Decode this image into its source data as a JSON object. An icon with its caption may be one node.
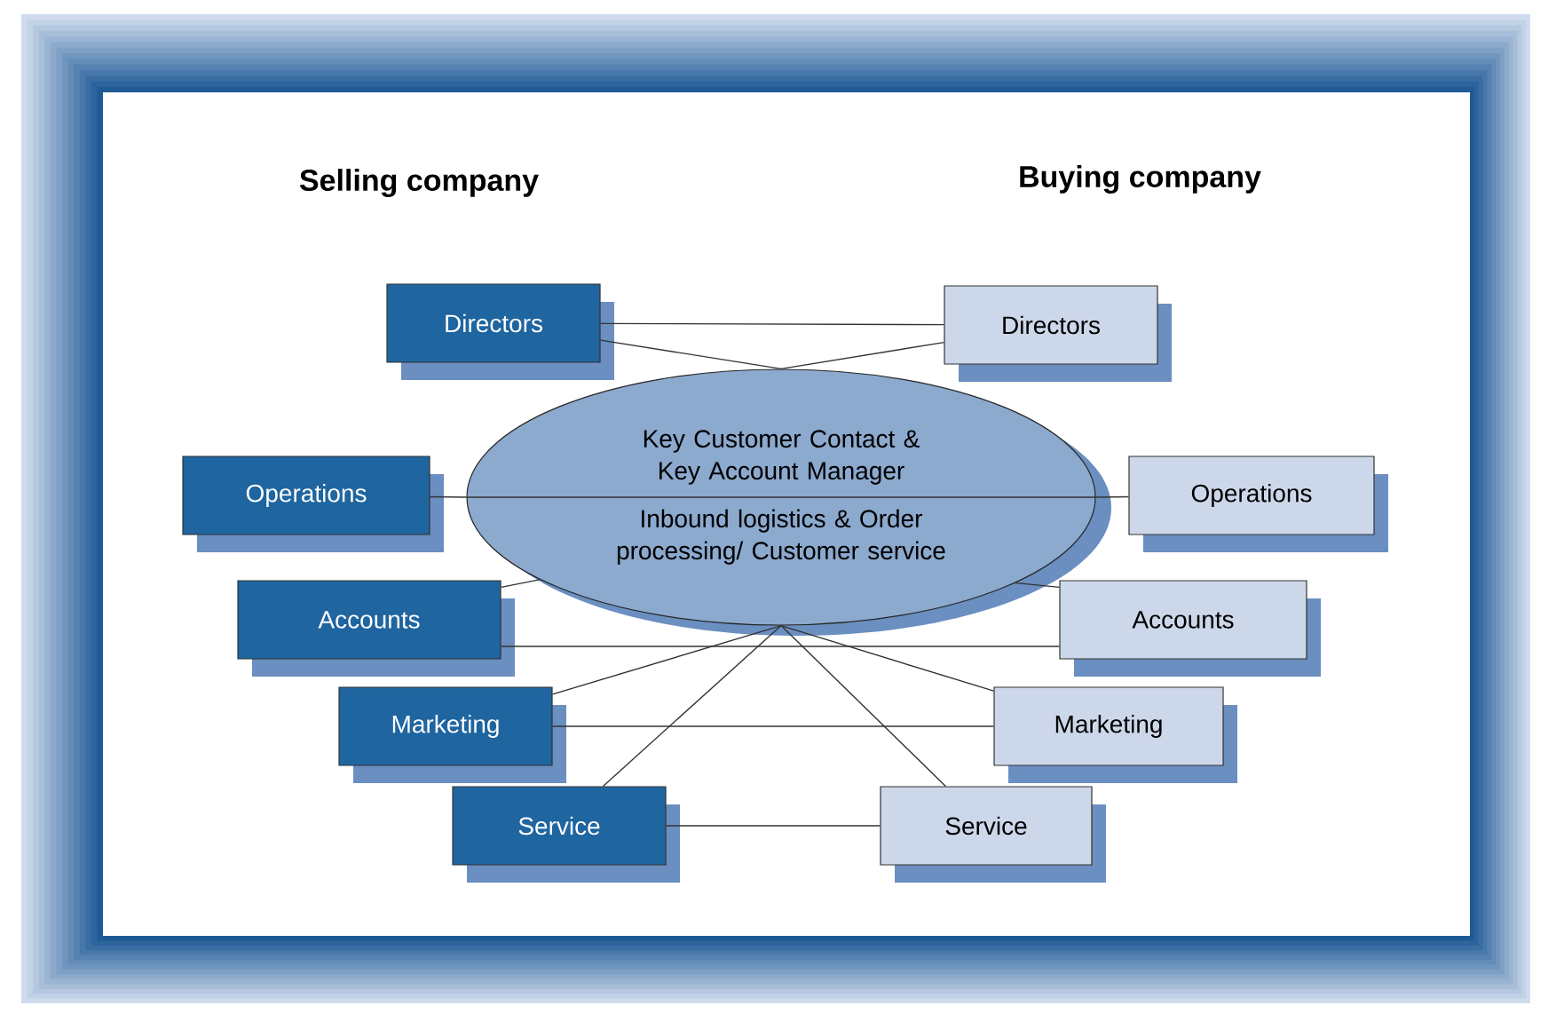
{
  "diagram": {
    "nodes": [
      {
        "text": [
          "Key Customer Contact & Key Account Manager",
          "Inbound logistics & Order processing/ Customer service"
        ]
      },
      {
        "text": [
          "Directors"
        ]
      },
      {
        "text": [
          "Directors"
        ]
      },
      {
        "text": [
          "Operations"
        ]
      },
      {
        "text": [
          "Operations"
        ]
      },
      {
        "text": [
          "Accounts"
        ]
      },
      {
        "text": [
          "Accounts"
        ]
      },
      {
        "text": [
          "Marketing"
        ]
      },
      {
        "text": [
          "Marketing"
        ]
      },
      {
        "text": [
          "Service"
        ]
      },
      {
        "text": [
          "Service"
        ]
      }
    ],
    "edges": [
      {
        "from": 1,
        "to": 2,
        "arrow": "none"
      },
      {
        "from": 1,
        "to": 0,
        "arrow": "none"
      },
      {
        "from": 2,
        "to": 0,
        "arrow": "none"
      },
      {
        "from": 3,
        "to": 0,
        "arrow": "none"
      },
      {
        "from": 4,
        "to": 0,
        "arrow": "none"
      },
      {
        "from": 5,
        "to": 0,
        "arrow": "none"
      },
      {
        "from": 6,
        "to": 0,
        "arrow": "none"
      },
      {
        "from": 5,
        "to": 6,
        "arrow": "none"
      },
      {
        "from": 7,
        "to": 0,
        "arrow": "none"
      },
      {
        "from": 8,
        "to": 0,
        "arrow": "none"
      },
      {
        "from": 7,
        "to": 8,
        "arrow": "none"
      },
      {
        "from": 9,
        "to": 0,
        "arrow": "none"
      },
      {
        "from": 10,
        "to": 0,
        "arrow": "none"
      },
      {
        "from": 9,
        "to": 10,
        "arrow": "none"
      }
    ],
    "labels": [
      "Selling company",
      "Buying company"
    ]
  }
}
